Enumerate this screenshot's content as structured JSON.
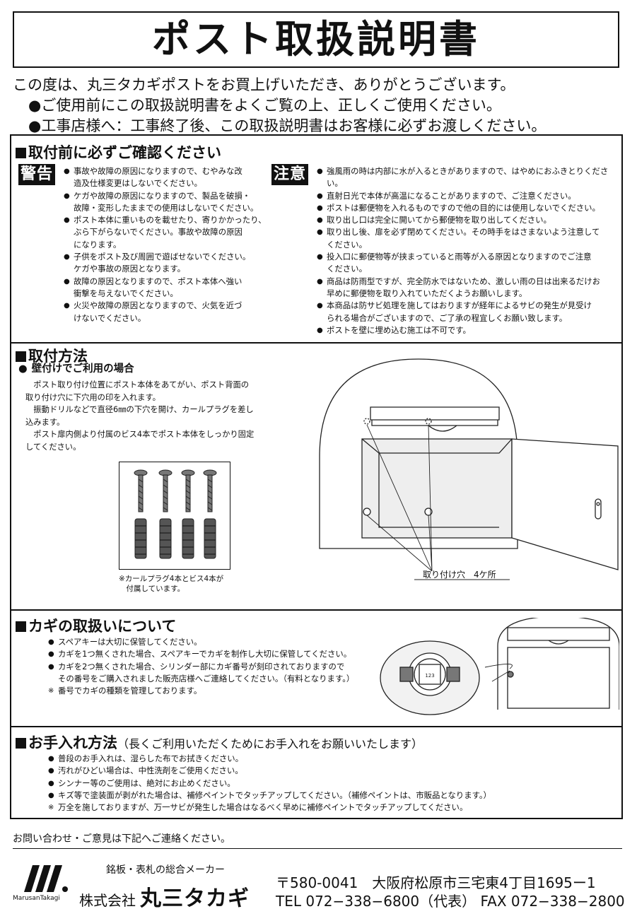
{
  "title": "ポスト取扱説明書",
  "intro": {
    "line1": "この度は、丸三タカギポストをお買上げいただき、ありがとうございます。",
    "line2": "●ご使用前にこの取扱説明書をよくご覧の上、正しくご使用ください。",
    "line3": "●工事店様へ：工事終了後、この取扱説明書はお客様に必ずお渡しください。"
  },
  "sec_confirm": {
    "heading": "取付前に必ずご確認ください",
    "warning_tag": "警告",
    "warnings": [
      "事故や故障の原因になりますので、むやみな改\n造及仕様変更はしないでください。",
      "ケガや故障の原因になりますので、製品を破損・\n故障・変形したままでの使用はしないでください。",
      "ポスト本体に重いものを載せたり、寄りかかったり、\nぶら下がらないでください。事故や故障の原因\nになります。",
      "子供をポスト及び周囲で遊ばせないでください。\nケガや事故の原因となります。",
      "故障の原因となりますので、ポスト本体へ強い\n衝撃を与えないでください。",
      "火災や故障の原因となりますので、火気を近づ\nけないでください。"
    ],
    "caution_tag": "注意",
    "cautions": [
      "強風雨の時は内部に水が入るときがありますので、はやめにおふきとりください。",
      "直射日光で本体が高温になることがありますので、ご注意ください。",
      "ポストは郵便物を入れるものですので他の目的には使用しないでください。",
      "取り出し口は完全に開いてから郵便物を取り出してください。",
      "取り出し後、扉を必ず閉めてください。その時手をはさまないよう注意して\nください。",
      "投入口に郵便物等が挟まっていると雨等が入る原因となりますのでご注意\nください。",
      "商品は防雨型ですが、完全防水ではないため、激しい雨の日は出来るだけお\n早めに郵便物を取り入れていただくようお願いします。",
      "本商品は防サビ処理を施してはおりますが経年によるサビの発生が見受け\nられる場合がございますので、ご了承の程宜しくお願い致します。",
      "ポストを壁に埋め込む施工は不可です。"
    ]
  },
  "sec_install": {
    "heading": "取付方法",
    "subheading": "壁付けでご利用の場合",
    "paragraphs": [
      "　ポスト取り付け位置にポスト本体をあてがい、ポスト背面の\n取り付け穴に下穴用の印を入れます。",
      "　振動ドリルなどで直径6㎜の下穴を開け、カールプラグを差し\n込みます。",
      "　ポスト扉内側より付属のビス4本でポスト本体をしっかり固定\nしてください。"
    ],
    "caption": "※カールプラグ4本とビス4本が\n　付属しています。",
    "callout": "取り付け穴　4ケ所"
  },
  "sec_key": {
    "heading": "カギの取扱いについて",
    "items": [
      "スペアキーは大切に保管してください。",
      "カギを1つ無くされた場合、スペアキーでカギを制作し大切に保管してください。",
      "カギを2つ無くされた場合、シリンダー部にカギ番号が刻印されておりますので\nその番号をご購入されました販売店様へご連絡してください。（有料となります。）"
    ],
    "note": "番号でカギの種類を管理しております。",
    "key_number": "123"
  },
  "sec_care": {
    "heading": "お手入れ方法",
    "heading_sub": "（長くご利用いただくためにお手入れをお願いいたします）",
    "items": [
      "普段のお手入れは、湿らした布でお拭きください。",
      "汚れがひどい場合は、中性洗剤をご使用ください。",
      "シンナー等のご使用は、絶対にお止めください。",
      "キズ等で塗装面が剥がれた場合は、補修ペイントでタッチアップしてください。（補修ペイントは、市販品となります。）"
    ],
    "note": "万全を施しておりますが、万一サビが発生した場合はなるべく早めに補修ペイントでタッチアップしてください。"
  },
  "footer": {
    "inquiry": "お問い合わせ・ご意見は下記へご連絡ください。",
    "logo_text": "MarusanTakagi",
    "maker_tagline": "銘板・表札の総合メーカー",
    "corp_prefix": "株式会社",
    "corp_name": "丸三タカギ",
    "address": "〒580-0041　大阪府松原市三宅東4丁目1695ー1",
    "phone": "TEL 072−338−6800（代表） FAX 072−338−2800"
  }
}
